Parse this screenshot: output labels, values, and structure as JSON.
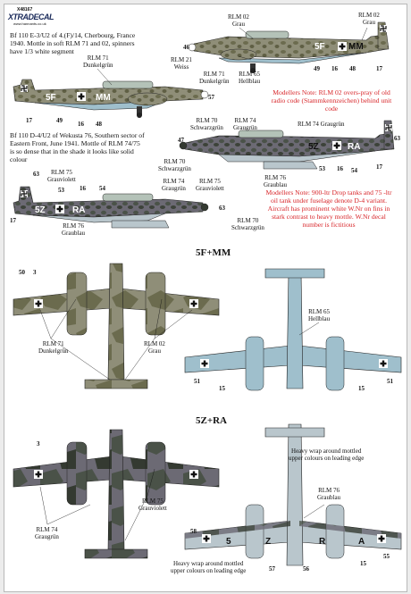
{
  "brand": {
    "product_code": "X48167",
    "name": "XTRADECAL",
    "website": "www.hannants.co.uk"
  },
  "aircraft1": {
    "caption": [
      "Bf 110 E-3/U2 of 4.(F)/14, Cherbourg, France",
      "1940. Mottle in soft RLM 71 and 02, spinners",
      "have 1/3 white segment"
    ],
    "code_left": "5F",
    "code_right": "MM",
    "callouts": {
      "rlm02_grau": [
        "RLM 02",
        "Grau"
      ],
      "rlm02_grau_right": [
        "RLM 02",
        "Grau"
      ],
      "rlm71_dunkelgrun": [
        "RLM 71",
        "Dunkelgrün"
      ],
      "rlm21_weiss": [
        "RLM 21",
        "Weiss"
      ],
      "rlm71_dunkelgrun_2": [
        "RLM 71",
        "Dunkelgrün"
      ],
      "rlm65_hellblau": [
        "RLM 65",
        "Hellblau"
      ]
    },
    "numbers": {
      "n46": "46",
      "n49": "49",
      "n16": "16",
      "n48": "48",
      "n17": "17",
      "n57": "57",
      "n17b": "17",
      "n49b": "49",
      "n16b": "16",
      "n48b": "48"
    }
  },
  "note1": [
    "Modellers Note: RLM 02 overs-pray of old",
    "radio code (Stammkennzeichen) behind unit",
    "code"
  ],
  "aircraft2": {
    "caption": [
      "Bf 110 D-4/U2 of Wekusta 76, Southern sector of",
      "Eastern Front, June 1941. Mottle of RLM 74/75",
      "is so dense that in the shade it looks like solid",
      "colour"
    ],
    "code_left": "5Z",
    "code_right": "RA",
    "callouts": {
      "rlm70_schwarzgrun": [
        "RLM 70",
        "Schwarzgrün"
      ],
      "rlm74_graugrun": [
        "RLM 74",
        "Graugrün"
      ],
      "rlm74_graugrun_inline": "RLM 74 Graugrün",
      "rlm70_schwarzgrun_2": [
        "RLM 70",
        "Schwarzgrün"
      ],
      "rlm76_graublau": [
        "RLM 76",
        "Graublau"
      ],
      "rlm75_grauviolett": [
        "RLM 75",
        "Grauviolett"
      ],
      "rlm74_graugrun_2": [
        "RLM 74",
        "Graugrün"
      ],
      "rlm75_grauviolett_2": [
        "RLM 75",
        "Grauviolett"
      ],
      "rlm76_graublau_2": [
        "RLM 76",
        "Graublau"
      ],
      "rlm70_schwarzgrun_3": [
        "RLM 70",
        "Schwarzgrün"
      ]
    },
    "numbers": {
      "n63": "63",
      "n47": "47",
      "n53": "53",
      "n16": "16",
      "n54": "54",
      "n17": "17",
      "n63b": "63",
      "n53b": "53",
      "n16b": "16",
      "n54b": "54",
      "n17b": "17",
      "n63c": "63"
    }
  },
  "note2": [
    "Modellers Note: 900-ltr Drop tanks and 75 -ltr",
    "oil tank under fuselage denote D-4 variant.",
    "Aircraft has prominent white W.Nr on fins in",
    "stark contrast to heavy mottle. W.Nr decal",
    "number is fictitious"
  ],
  "plan1": {
    "title": "5F+MM",
    "callouts": {
      "rlm71": [
        "RLM 71",
        "Dunkelgrün"
      ],
      "rlm02": [
        "RLM 02",
        "Grau"
      ],
      "rlm65": [
        "RLM 65",
        "Hellblau"
      ]
    },
    "numbers": {
      "n50": "50",
      "n3": "3",
      "n51": "51",
      "n15": "15",
      "n15b": "15",
      "n51b": "51"
    }
  },
  "plan2": {
    "title": "5Z+RA",
    "callouts": {
      "rlm74": [
        "RLM 74",
        "Graugrün"
      ],
      "rlm75": [
        "RLM 75",
        "Grauviolett"
      ],
      "rlm76": [
        "RLM 76",
        "Graublau"
      ]
    },
    "wrap_note_top": [
      "Heavy wrap around mottled",
      "upper colours on leading edge"
    ],
    "wrap_note_bottom": [
      "Heavy wrap around mottled",
      "upper colours on leading edge"
    ],
    "numbers": {
      "n3": "3",
      "n58": "58",
      "n57": "57",
      "n56": "56",
      "n15": "15",
      "n55": "55"
    },
    "under_code": {
      "a": "5",
      "b": "Z",
      "c": "R",
      "d": "A"
    }
  },
  "colors": {
    "rlm71": "#6b6b4e",
    "rlm02": "#8f8e78",
    "rlm65": "#9fbfcc",
    "rlm74": "#4a5248",
    "rlm75": "#6c6a74",
    "rlm76": "#b9c6cc",
    "rlm70": "#343a31",
    "note_red": "#d8262a"
  }
}
